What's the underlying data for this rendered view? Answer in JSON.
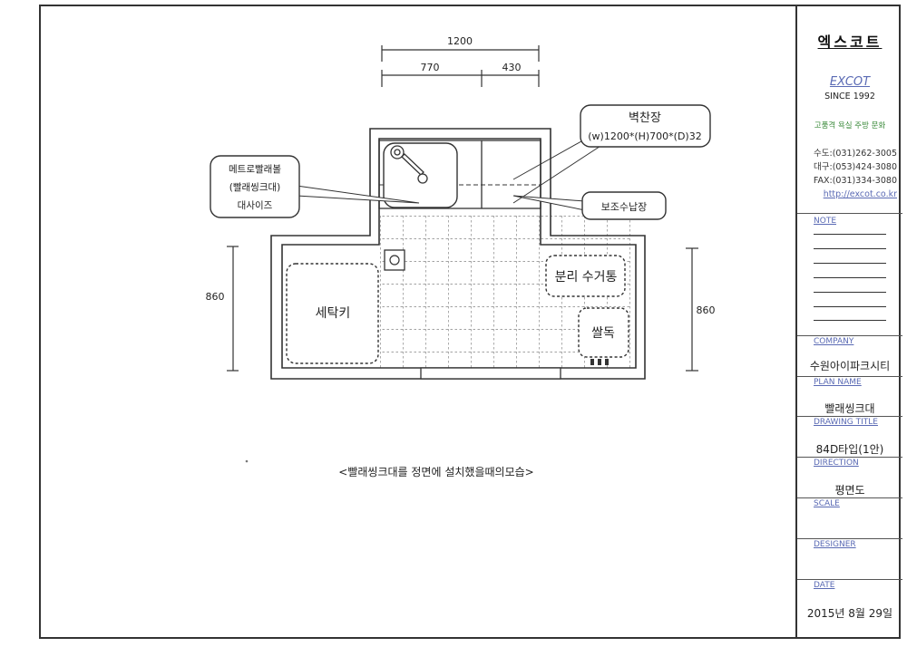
{
  "title_block": {
    "brand_korean": "엑스코트",
    "brand_latin": "EXCOT",
    "since": "SINCE 1992",
    "slogan": "고품격 욕실 주방 문화",
    "contacts": [
      "수도:(031)262-3005",
      "대구:(053)424-3080",
      "FAX:(031)334-3080"
    ],
    "website": "http://excot.co.kr",
    "note_label": "NOTE",
    "company_label": "COMPANY",
    "company_value": "수원아이파크시티",
    "plan_name_label": "PLAN NAME",
    "plan_name_value": "빨래씽크대",
    "drawing_title_label": "DRAWING TITLE",
    "drawing_title_value": "84D타입(1안)",
    "direction_label": "DIRECTION",
    "direction_value": "평면도",
    "scale_label": "SCALE",
    "designer_label": "DESIGNER",
    "date_label": "DATE",
    "date_value": "2015년 8월 29일"
  },
  "drawing": {
    "dim_total": "1200",
    "dim_left": "770",
    "dim_right": "430",
    "dim_height_left": "860",
    "dim_height_right": "860",
    "callout_cabinet_title": "벽찬장",
    "callout_cabinet_size": "(w)1200*(H)700*(D)32",
    "callout_bowl_line1": "메트로빨래볼",
    "callout_bowl_line2": "(빨래씽크대)",
    "callout_bowl_line3": "대사이즈",
    "callout_aux_storage": "보조수납장",
    "washer_label": "세탁키",
    "recycle_label": "분리 수거통",
    "rice_label": "쌀독",
    "caption": "<빨래씽크대를 정면에 설치했을때의모습>"
  },
  "colors": {
    "line": "#333333",
    "label_blue": "#5a6ab4",
    "slogan_green": "#3a8a3a"
  }
}
